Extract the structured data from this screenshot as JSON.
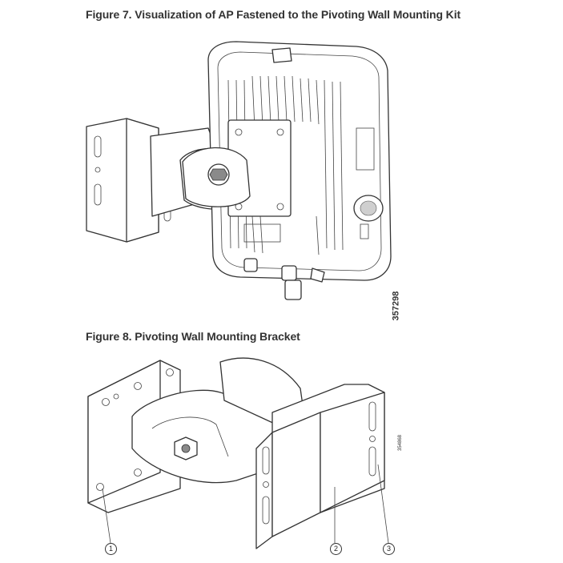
{
  "figure7": {
    "caption": "Figure 7. Visualization of AP Fastened to the Pivoting Wall Mounting Kit",
    "image_id": "357298"
  },
  "figure8": {
    "caption": "Figure 8. Pivoting Wall Mounting Bracket",
    "image_id": "354868",
    "callouts": [
      "1",
      "2",
      "3"
    ]
  }
}
